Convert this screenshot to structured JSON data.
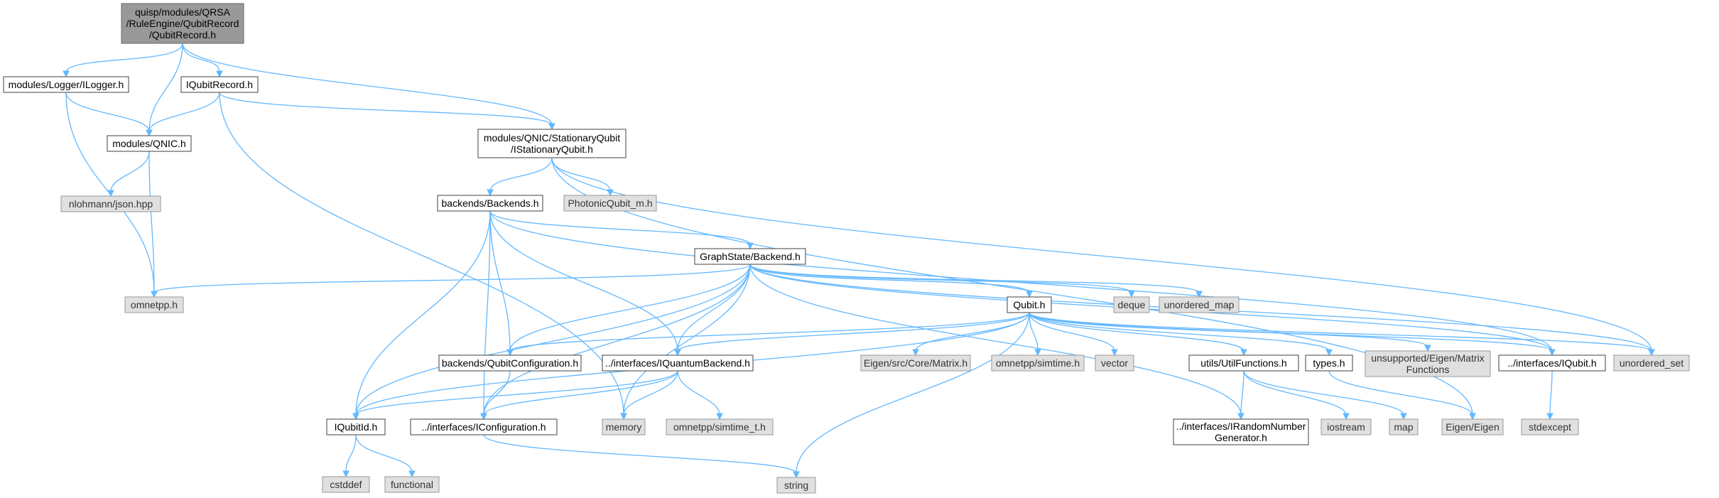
{
  "nodes": [
    {
      "id": "root",
      "kind": "root",
      "label": [
        "quisp/modules/QRSA",
        "/RuleEngine/QubitRecord",
        "/QubitRecord.h"
      ]
    },
    {
      "id": "logger",
      "kind": "box",
      "label": [
        "modules/Logger/ILogger.h"
      ]
    },
    {
      "id": "iqubitrecord",
      "kind": "box",
      "label": [
        "IQubitRecord.h"
      ]
    },
    {
      "id": "qnic",
      "kind": "box",
      "label": [
        "modules/QNIC.h"
      ]
    },
    {
      "id": "istationary",
      "kind": "box",
      "label": [
        "modules/QNIC/StationaryQubit",
        "/IStationaryQubit.h"
      ]
    },
    {
      "id": "json",
      "kind": "ext",
      "label": [
        "nlohmann/json.hpp"
      ]
    },
    {
      "id": "omnetpp",
      "kind": "ext",
      "label": [
        "omnetpp.h"
      ]
    },
    {
      "id": "backends",
      "kind": "box",
      "label": [
        "backends/Backends.h"
      ]
    },
    {
      "id": "photonic",
      "kind": "ext",
      "label": [
        "PhotonicQubit_m.h"
      ]
    },
    {
      "id": "graphstate",
      "kind": "box",
      "label": [
        "GraphState/Backend.h"
      ]
    },
    {
      "id": "deque",
      "kind": "ext",
      "label": [
        "deque"
      ]
    },
    {
      "id": "unordered_map",
      "kind": "ext",
      "label": [
        "unordered_map"
      ]
    },
    {
      "id": "qubith",
      "kind": "box",
      "label": [
        "Qubit.h"
      ]
    },
    {
      "id": "qubitconfig",
      "kind": "box",
      "label": [
        "backends/QubitConfiguration.h"
      ]
    },
    {
      "id": "iquantum",
      "kind": "box",
      "label": [
        "../interfaces/IQuantumBackend.h"
      ]
    },
    {
      "id": "eigenmatrix",
      "kind": "ext",
      "label": [
        "Eigen/src/Core/Matrix.h"
      ]
    },
    {
      "id": "simtime",
      "kind": "ext",
      "label": [
        "omnetpp/simtime.h"
      ]
    },
    {
      "id": "vector",
      "kind": "ext",
      "label": [
        "vector"
      ]
    },
    {
      "id": "utilfunctions",
      "kind": "box",
      "label": [
        "utils/UtilFunctions.h"
      ]
    },
    {
      "id": "types",
      "kind": "box",
      "label": [
        "types.h"
      ]
    },
    {
      "id": "unsupported",
      "kind": "ext",
      "label": [
        "unsupported/Eigen/Matrix",
        "Functions"
      ]
    },
    {
      "id": "iqubit",
      "kind": "box",
      "label": [
        "../interfaces/IQubit.h"
      ]
    },
    {
      "id": "unordered_set",
      "kind": "ext",
      "label": [
        "unordered_set"
      ]
    },
    {
      "id": "iqubitid",
      "kind": "box",
      "label": [
        "IQubitId.h"
      ]
    },
    {
      "id": "iconfig",
      "kind": "box",
      "label": [
        "../interfaces/IConfiguration.h"
      ]
    },
    {
      "id": "memory",
      "kind": "ext",
      "label": [
        "memory"
      ]
    },
    {
      "id": "simtime_t",
      "kind": "ext",
      "label": [
        "omnetpp/simtime_t.h"
      ]
    },
    {
      "id": "irandom",
      "kind": "box",
      "label": [
        "../interfaces/IRandomNumber",
        "Generator.h"
      ]
    },
    {
      "id": "iostream",
      "kind": "ext",
      "label": [
        "iostream"
      ]
    },
    {
      "id": "map",
      "kind": "ext",
      "label": [
        "map"
      ]
    },
    {
      "id": "eigen",
      "kind": "ext",
      "label": [
        "Eigen/Eigen"
      ]
    },
    {
      "id": "stdexcept",
      "kind": "ext",
      "label": [
        "stdexcept"
      ]
    },
    {
      "id": "cstddef",
      "kind": "ext",
      "label": [
        "cstddef"
      ]
    },
    {
      "id": "functional",
      "kind": "ext",
      "label": [
        "functional"
      ]
    },
    {
      "id": "string",
      "kind": "ext",
      "label": [
        "string"
      ]
    }
  ],
  "edges": [
    [
      "root",
      "logger"
    ],
    [
      "root",
      "qnic"
    ],
    [
      "root",
      "iqubitrecord"
    ],
    [
      "root",
      "istationary"
    ],
    [
      "logger",
      "qnic"
    ],
    [
      "logger",
      "omnetpp"
    ],
    [
      "iqubitrecord",
      "qnic"
    ],
    [
      "iqubitrecord",
      "istationary"
    ],
    [
      "iqubitrecord",
      "memory"
    ],
    [
      "qnic",
      "json"
    ],
    [
      "qnic",
      "omnetpp"
    ],
    [
      "istationary",
      "backends"
    ],
    [
      "istationary",
      "photonic"
    ],
    [
      "istationary",
      "unordered_set"
    ],
    [
      "istationary",
      "eigen"
    ],
    [
      "backends",
      "graphstate"
    ],
    [
      "backends",
      "iqubit"
    ],
    [
      "backends",
      "qubitconfig"
    ],
    [
      "backends",
      "iquantum"
    ],
    [
      "backends",
      "iqubitid"
    ],
    [
      "backends",
      "iconfig"
    ],
    [
      "graphstate",
      "omnetpp"
    ],
    [
      "graphstate",
      "deque"
    ],
    [
      "graphstate",
      "unordered_map"
    ],
    [
      "graphstate",
      "qubith"
    ],
    [
      "graphstate",
      "qubitconfig"
    ],
    [
      "graphstate",
      "iquantum"
    ],
    [
      "graphstate",
      "iqubit"
    ],
    [
      "graphstate",
      "iqubitid"
    ],
    [
      "graphstate",
      "iconfig"
    ],
    [
      "graphstate",
      "memory"
    ],
    [
      "graphstate",
      "irandom"
    ],
    [
      "graphstate",
      "unordered_set"
    ],
    [
      "qubith",
      "qubitconfig"
    ],
    [
      "qubith",
      "iquantum"
    ],
    [
      "qubith",
      "eigenmatrix"
    ],
    [
      "qubith",
      "simtime"
    ],
    [
      "qubith",
      "vector"
    ],
    [
      "qubith",
      "utilfunctions"
    ],
    [
      "qubith",
      "types"
    ],
    [
      "qubith",
      "unsupported"
    ],
    [
      "qubith",
      "iqubit"
    ],
    [
      "qubith",
      "unordered_set"
    ],
    [
      "qubith",
      "iqubitid"
    ],
    [
      "qubith",
      "string"
    ],
    [
      "qubitconfig",
      "iconfig"
    ],
    [
      "iquantum",
      "iqubitid"
    ],
    [
      "iquantum",
      "iconfig"
    ],
    [
      "iquantum",
      "memory"
    ],
    [
      "iquantum",
      "simtime_t"
    ],
    [
      "utilfunctions",
      "irandom"
    ],
    [
      "utilfunctions",
      "iostream"
    ],
    [
      "utilfunctions",
      "map"
    ],
    [
      "types",
      "eigen"
    ],
    [
      "iqubit",
      "stdexcept"
    ],
    [
      "iqubitid",
      "cstddef"
    ],
    [
      "iqubitid",
      "functional"
    ],
    [
      "iconfig",
      "string"
    ]
  ],
  "colors": {
    "edge": "#63b8ff",
    "root_fill": "#999999",
    "ext_fill": "#e0e0e0",
    "box_fill": "#ffffff"
  }
}
